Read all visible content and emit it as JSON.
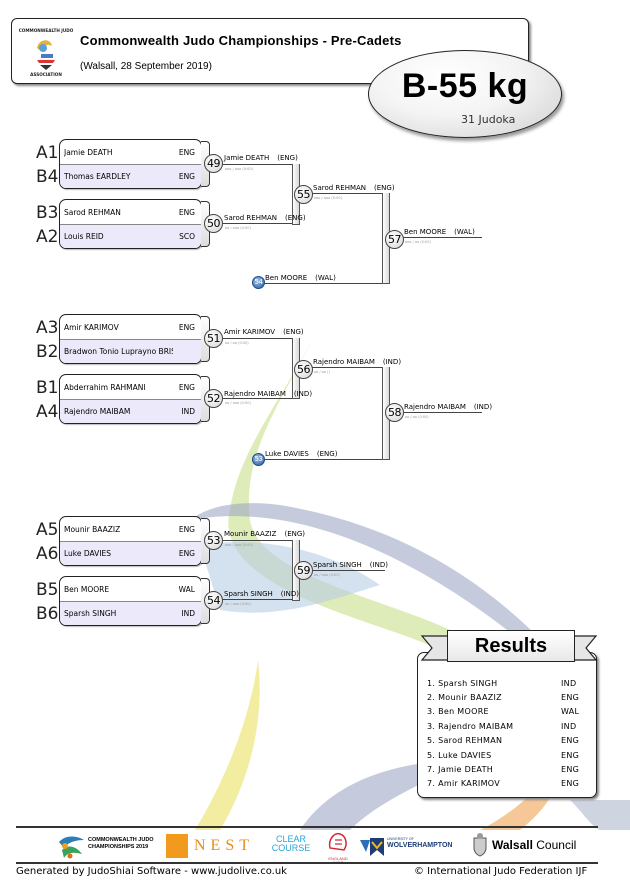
{
  "header": {
    "title": "Commonwealth Judo Championships - Pre-Cadets",
    "subtitle": "(Walsall, 28 September 2019)",
    "logo": {
      "top_text": "COMMONWEALTH JUDO",
      "bottom_text": "ASSOCIATION"
    }
  },
  "category": {
    "title": "B-55 kg",
    "count": "31 Judoka"
  },
  "first_round": [
    {
      "seed_top": "A1",
      "seed_bottom": "B4",
      "top": {
        "name": "Jamie DEATH",
        "country": "ENG"
      },
      "bottom": {
        "name": "Thomas EARDLEY",
        "country": "ENG"
      }
    },
    {
      "seed_top": "B3",
      "seed_bottom": "A2",
      "top": {
        "name": "Sarod REHMAN",
        "country": "ENG"
      },
      "bottom": {
        "name": "Louis REID",
        "country": "SCO"
      }
    },
    {
      "seed_top": "A3",
      "seed_bottom": "B2",
      "top": {
        "name": "Amir KARIMOV",
        "country": "ENG"
      },
      "bottom": {
        "name": "Bradwon Tonio Luprayno BRISSAN",
        "country": ""
      }
    },
    {
      "seed_top": "B1",
      "seed_bottom": "A4",
      "top": {
        "name": "Abderrahim RAHMANI",
        "country": "ENG"
      },
      "bottom": {
        "name": "Rajendro MAIBAM",
        "country": "IND"
      }
    },
    {
      "seed_top": "A5",
      "seed_bottom": "A6",
      "top": {
        "name": "Mounir BAAZIZ",
        "country": "ENG"
      },
      "bottom": {
        "name": "Luke DAVIES",
        "country": "ENG"
      }
    },
    {
      "seed_top": "B5",
      "seed_bottom": "B6",
      "top": {
        "name": "Ben MOORE",
        "country": "WAL"
      },
      "bottom": {
        "name": "Sparsh SINGH",
        "country": "IND"
      }
    }
  ],
  "matches": [
    {
      "num": "49",
      "winner": "Jamie DEATH",
      "country": "(ENG)"
    },
    {
      "num": "50",
      "winner": "Sarod REHMAN",
      "country": "(ENG)"
    },
    {
      "num": "55",
      "winner": "Sarod REHMAN",
      "country": "(ENG)"
    },
    {
      "num": "54",
      "winner": "Ben MOORE",
      "country": "(WAL)"
    },
    {
      "num": "57",
      "winner": "Ben MOORE",
      "country": "(WAL)"
    },
    {
      "num": "51",
      "winner": "Amir KARIMOV",
      "country": "(ENG)"
    },
    {
      "num": "52",
      "winner": "Rajendro MAIBAM",
      "country": "(IND)"
    },
    {
      "num": "56",
      "winner": "Rajendro MAIBAM",
      "country": "(IND)"
    },
    {
      "num": "53",
      "winner": "Luke DAVIES",
      "country": "(ENG)"
    },
    {
      "num": "58",
      "winner": "Rajendro MAIBAM",
      "country": "(IND)"
    },
    {
      "num": "53",
      "winner": "Mounir BAAZIZ",
      "country": "(ENG)"
    },
    {
      "num": "54",
      "winner": "Sparsh SINGH",
      "country": "(IND)"
    },
    {
      "num": "59",
      "winner": "Sparsh SINGH",
      "country": "(IND)"
    }
  ],
  "results": {
    "title": "Results",
    "items": [
      {
        "rank": "1.",
        "name": "Sparsh SINGH",
        "country": "IND"
      },
      {
        "rank": "2.",
        "name": "Mounir BAAZIZ",
        "country": "ENG"
      },
      {
        "rank": "3.",
        "name": "Ben MOORE",
        "country": "WAL"
      },
      {
        "rank": "3.",
        "name": "Rajendro MAIBAM",
        "country": "IND"
      },
      {
        "rank": "5.",
        "name": "Sarod REHMAN",
        "country": "ENG"
      },
      {
        "rank": "5.",
        "name": "Luke DAVIES",
        "country": "ENG"
      },
      {
        "rank": "7.",
        "name": "Jamie DEATH",
        "country": "ENG"
      },
      {
        "rank": "7.",
        "name": "Amir KARIMOV",
        "country": "ENG"
      }
    ]
  },
  "sponsors": {
    "cjc": "COMMONWEALTH JUDO CHAMPIONSHIPS 2019",
    "nest": "NEST",
    "clearcourse_1": "CLEAR",
    "clearcourse_2": "COURSE",
    "england_judo": "ENGLAND JUDO",
    "wolverhampton_1": "UNIVERSITY OF",
    "wolverhampton_2": "WOLVERHAMPTON",
    "walsall_1": "Walsall",
    "walsall_2": "Council"
  },
  "footer": {
    "generated": "Generated by JudoShiai Software - www.judolive.co.uk",
    "copyright": "© International Judo Federation IJF"
  }
}
